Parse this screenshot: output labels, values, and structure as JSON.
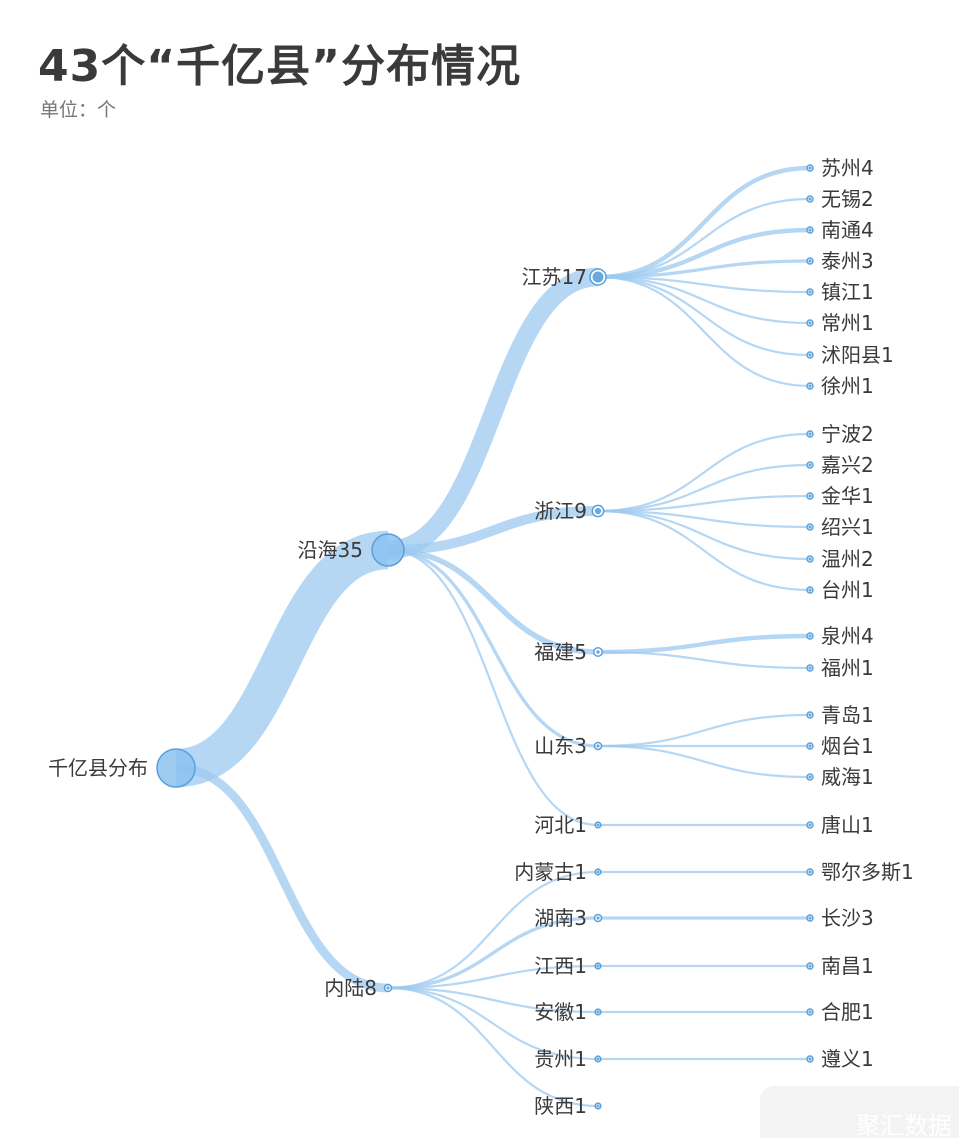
{
  "header": {
    "title": "43个“千亿县”分布情况",
    "unit": "单位：个"
  },
  "colors": {
    "link": "#9dcaf0",
    "node_fill": "#8cc2f0",
    "node_stroke": "#5a9fd9",
    "dot": "#6aa8e0"
  },
  "watermark": "聚汇数据",
  "chart_data": {
    "type": "tree",
    "root": {
      "name": "千亿县分布",
      "children": [
        {
          "name": "沿海",
          "value": 35,
          "children": [
            {
              "name": "江苏",
              "value": 17,
              "children": [
                {
                  "name": "苏州",
                  "value": 4
                },
                {
                  "name": "无锡",
                  "value": 2
                },
                {
                  "name": "南通",
                  "value": 4
                },
                {
                  "name": "泰州",
                  "value": 3
                },
                {
                  "name": "镇江",
                  "value": 1
                },
                {
                  "name": "常州",
                  "value": 1
                },
                {
                  "name": "沭阳县",
                  "value": 1
                },
                {
                  "name": "徐州",
                  "value": 1
                }
              ]
            },
            {
              "name": "浙江",
              "value": 9,
              "children": [
                {
                  "name": "宁波",
                  "value": 2
                },
                {
                  "name": "嘉兴",
                  "value": 2
                },
                {
                  "name": "金华",
                  "value": 1
                },
                {
                  "name": "绍兴",
                  "value": 1
                },
                {
                  "name": "温州",
                  "value": 2
                },
                {
                  "name": "台州",
                  "value": 1
                }
              ]
            },
            {
              "name": "福建",
              "value": 5,
              "children": [
                {
                  "name": "泉州",
                  "value": 4
                },
                {
                  "name": "福州",
                  "value": 1
                }
              ]
            },
            {
              "name": "山东",
              "value": 3,
              "children": [
                {
                  "name": "青岛",
                  "value": 1
                },
                {
                  "name": "烟台",
                  "value": 1
                },
                {
                  "name": "威海",
                  "value": 1
                }
              ]
            },
            {
              "name": "河北",
              "value": 1,
              "children": [
                {
                  "name": "唐山",
                  "value": 1
                }
              ]
            }
          ]
        },
        {
          "name": "内陆",
          "value": 8,
          "children": [
            {
              "name": "内蒙古",
              "value": 1,
              "children": [
                {
                  "name": "鄂尔多斯",
                  "value": 1
                }
              ]
            },
            {
              "name": "湖南",
              "value": 3,
              "children": [
                {
                  "name": "长沙",
                  "value": 3
                }
              ]
            },
            {
              "name": "江西",
              "value": 1,
              "children": [
                {
                  "name": "南昌",
                  "value": 1
                }
              ]
            },
            {
              "name": "安徽",
              "value": 1,
              "children": [
                {
                  "name": "合肥",
                  "value": 1
                }
              ]
            },
            {
              "name": "贵州",
              "value": 1,
              "children": [
                {
                  "name": "遵义",
                  "value": 1
                }
              ]
            },
            {
              "name": "陕西",
              "value": 1,
              "children": []
            }
          ]
        }
      ]
    }
  }
}
